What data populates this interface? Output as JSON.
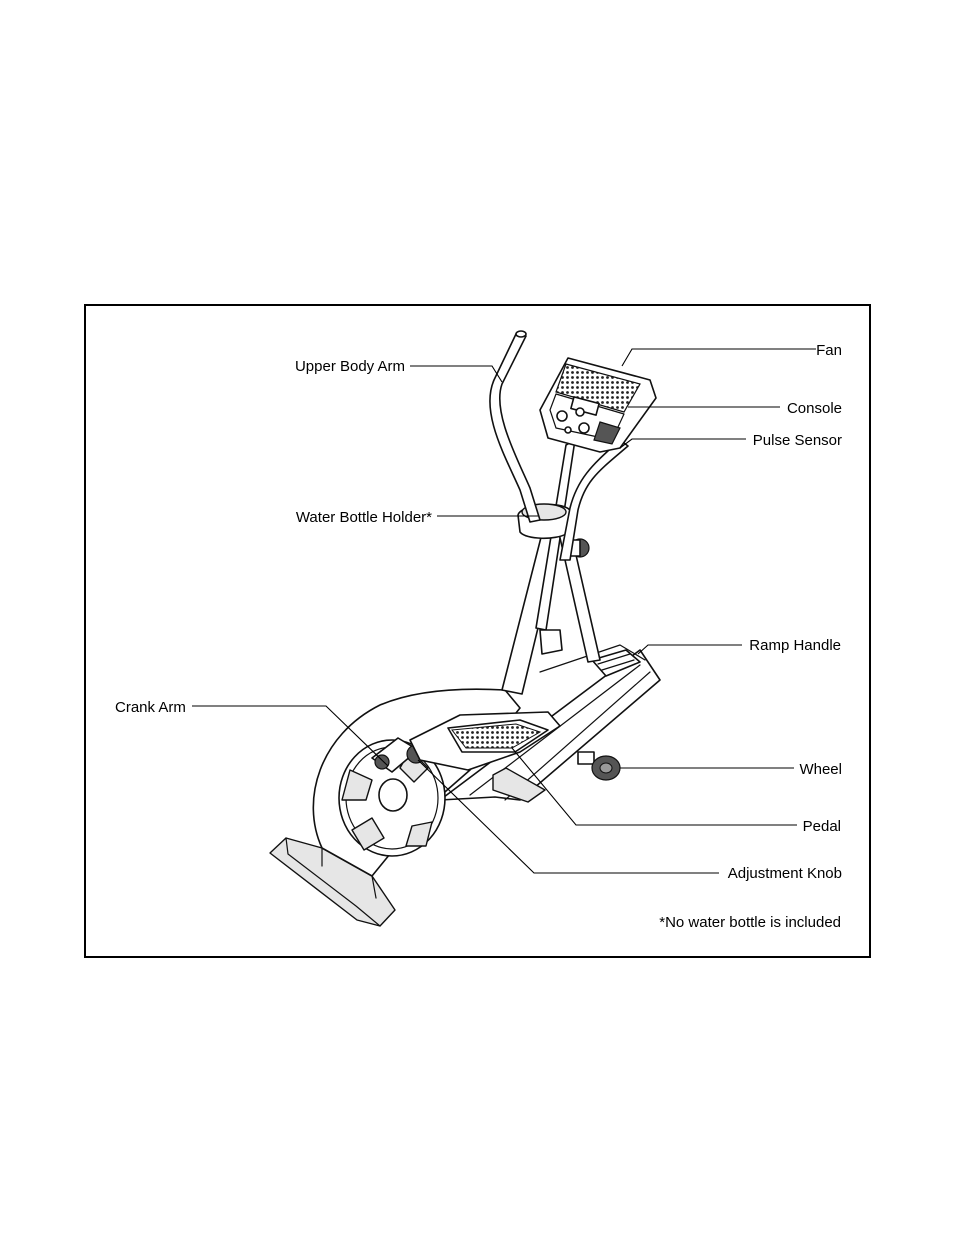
{
  "labels": {
    "upper_body_arm": "Upper Body Arm",
    "fan": "Fan",
    "console": "Console",
    "pulse_sensor": "Pulse Sensor",
    "water_bottle_holder": "Water Bottle Holder*",
    "ramp_handle": "Ramp Handle",
    "crank_arm": "Crank Arm",
    "wheel": "Wheel",
    "pedal": "Pedal",
    "adjustment_knob": "Adjustment Knob"
  },
  "footnote": "*No water bottle is included"
}
